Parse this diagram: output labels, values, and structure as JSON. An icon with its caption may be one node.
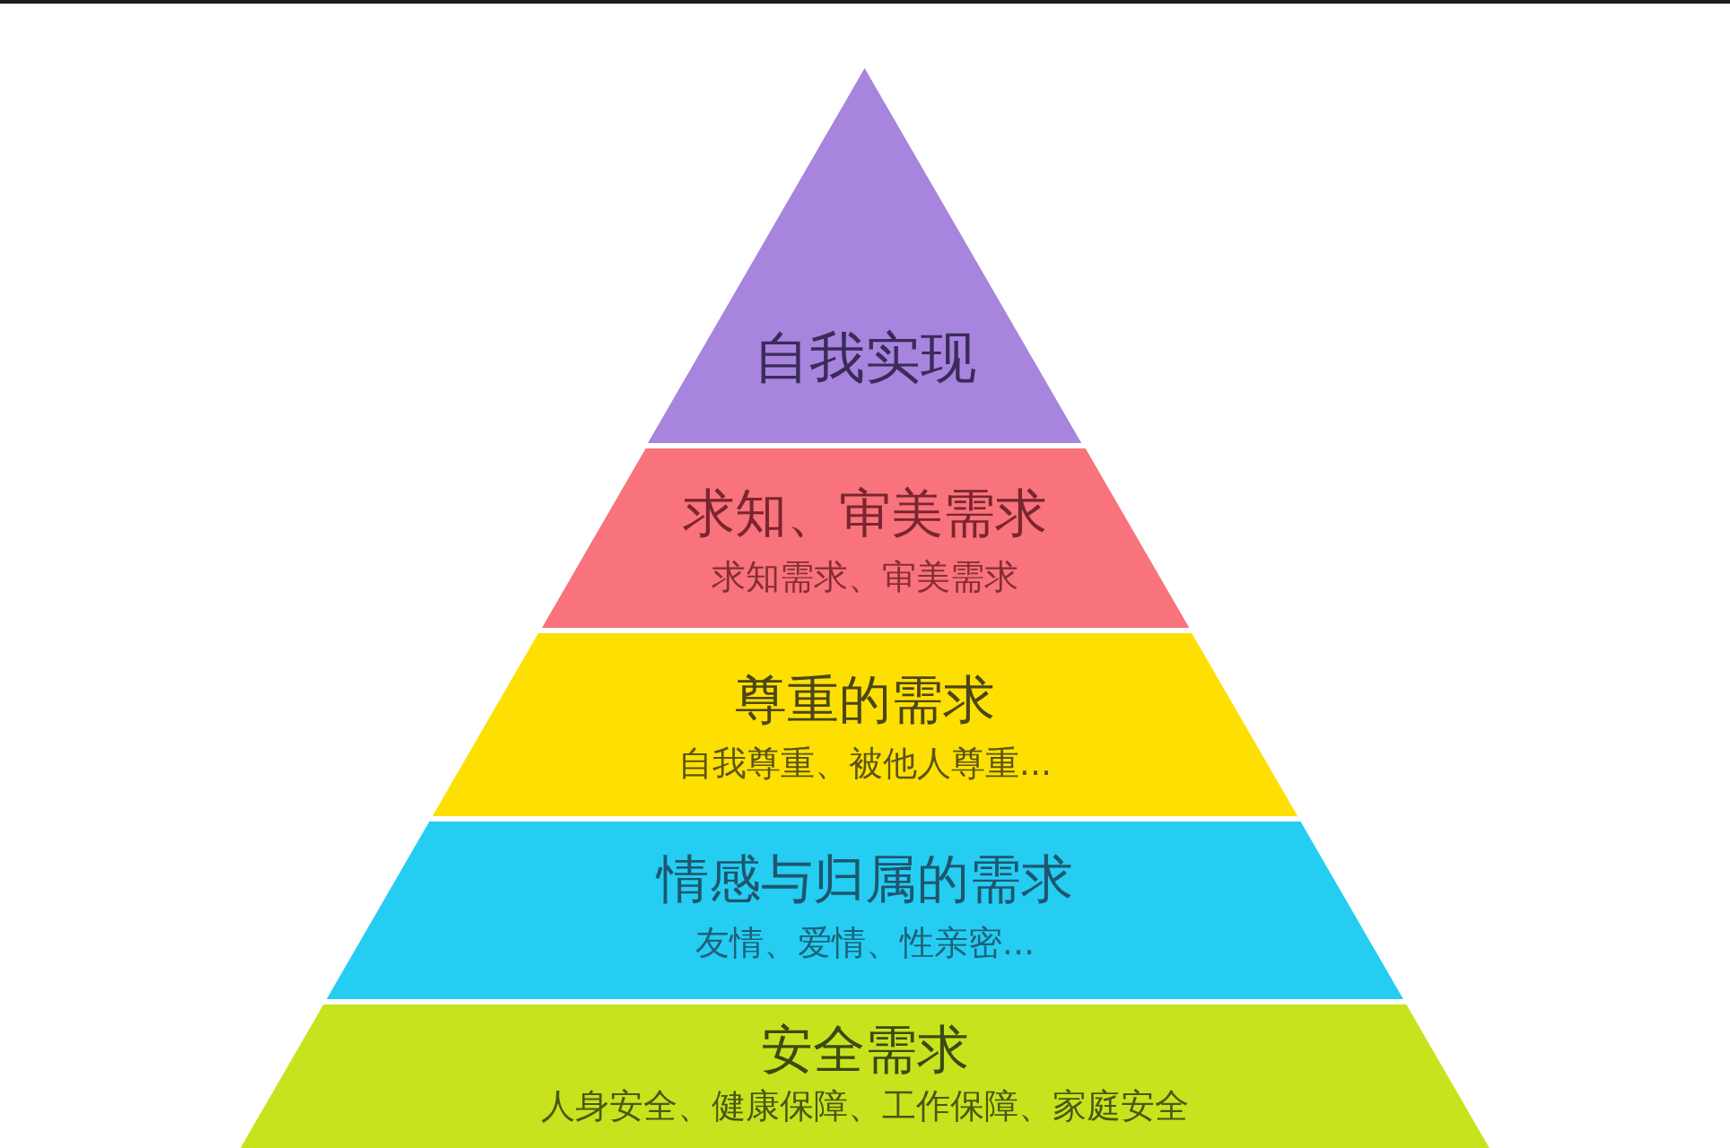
{
  "diagram": {
    "nodes": [
      {
        "text": [
          "自我实现"
        ]
      },
      {
        "text": [
          "求知、审美需求",
          "求知需求、审美需求"
        ]
      },
      {
        "text": [
          "尊重的需求",
          "自我尊重、被他人尊重..."
        ]
      },
      {
        "text": [
          "情感与归属的需求",
          "友情、爱情、性亲密..."
        ]
      },
      {
        "text": [
          "安全需求",
          "人身安全、健康保障、工作保障、家庭安全"
        ]
      }
    ]
  }
}
